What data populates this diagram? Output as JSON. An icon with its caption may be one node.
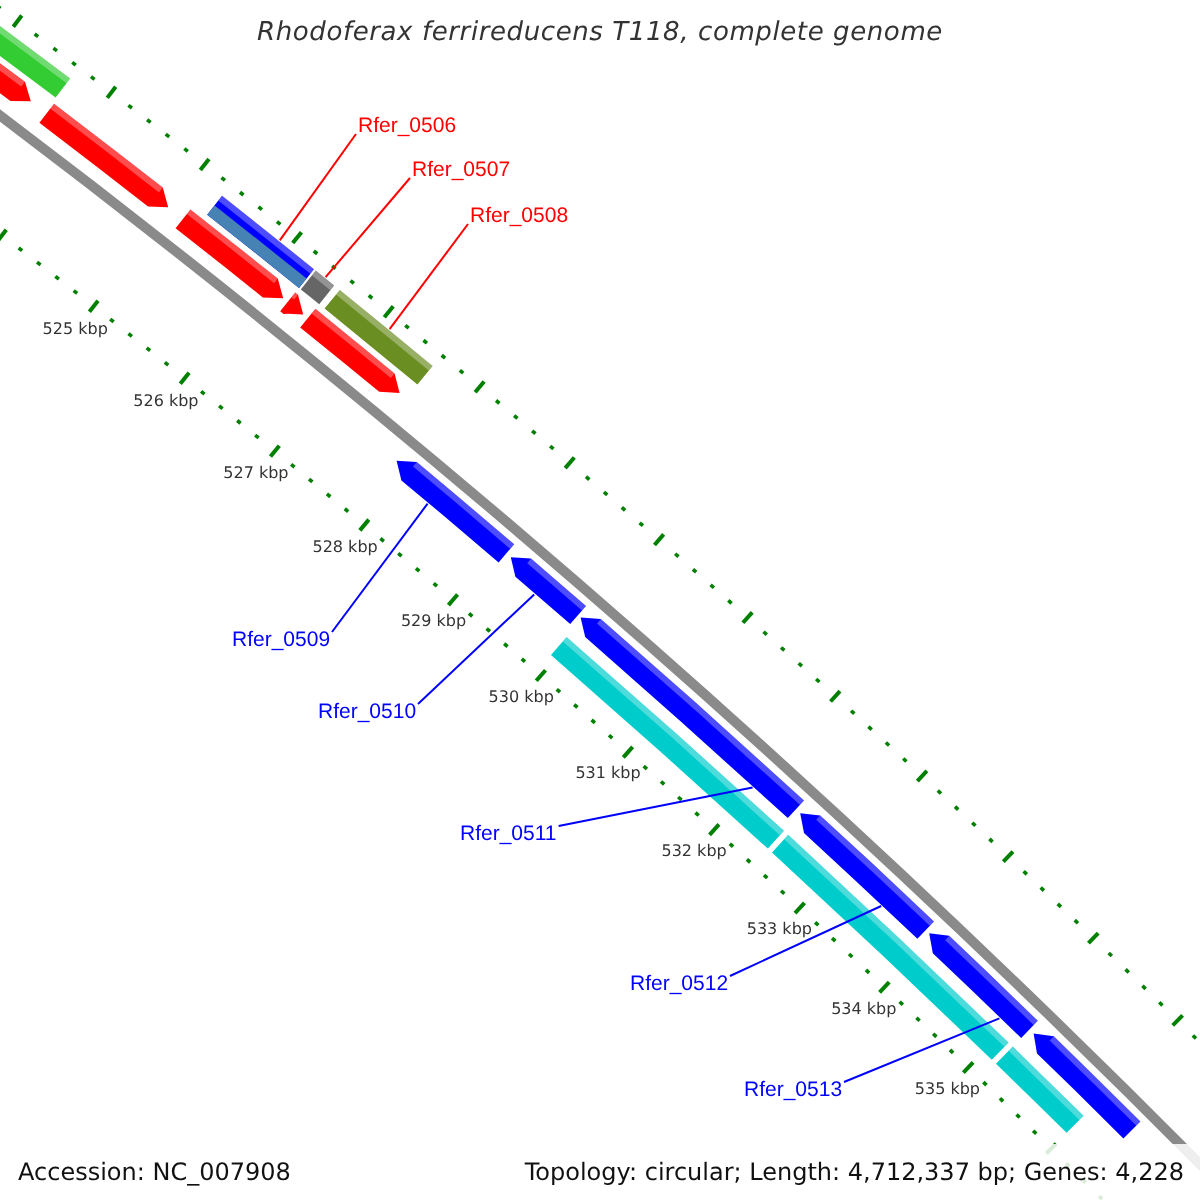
{
  "diagram": {
    "title": "Rhodoferax ferrireducens T118, complete genome",
    "nodes": [
      {
        "text": [
          "Rfer_0506"
        ]
      },
      {
        "text": [],
        "shape": "bar"
      },
      {
        "text": [
          "Rfer_0507"
        ]
      },
      {
        "text": [],
        "shape": "bar"
      },
      {
        "text": [
          "Rfer_0508"
        ]
      },
      {
        "text": [],
        "shape": "bar"
      },
      {
        "text": [
          "Rfer_0509"
        ]
      },
      {
        "text": [],
        "shape": "bar"
      },
      {
        "text": [
          "Rfer_0510"
        ]
      },
      {
        "text": [],
        "shape": "bar"
      },
      {
        "text": [
          "Rfer_0511"
        ]
      },
      {
        "text": [],
        "shape": "bar"
      },
      {
        "text": [
          "Rfer_0512"
        ]
      },
      {
        "text": [],
        "shape": "bar"
      },
      {
        "text": [
          "Rfer_0513"
        ]
      },
      {
        "text": [],
        "shape": "bar"
      },
      {
        "text": [],
        "shape": "bar"
      },
      {
        "text": [],
        "shape": "bar"
      },
      {
        "text": [],
        "shape": "bar"
      },
      {
        "text": [],
        "shape": "bar"
      },
      {
        "text": [],
        "shape": "bar"
      },
      {
        "text": [],
        "shape": "bar"
      },
      {
        "text": [],
        "shape": "bar"
      },
      {
        "text": [],
        "shape": "bar"
      },
      {
        "text": [],
        "shape": "bar"
      },
      {
        "text": [],
        "shape": "bar"
      }
    ],
    "edges": [
      {
        "from": 0,
        "to": 1,
        "arrow": "none",
        "color": "#ff0000"
      },
      {
        "from": 2,
        "to": 3,
        "arrow": "none",
        "color": "#ff0000"
      },
      {
        "from": 4,
        "to": 5,
        "arrow": "none",
        "color": "#ff0000"
      },
      {
        "from": 6,
        "to": 7,
        "arrow": "none"
      },
      {
        "from": 8,
        "to": 9,
        "arrow": "none"
      },
      {
        "from": 10,
        "to": 11,
        "arrow": "none"
      },
      {
        "from": 12,
        "to": 13,
        "arrow": "none"
      },
      {
        "from": 14,
        "to": 15,
        "arrow": "none"
      }
    ],
    "labels": [
      "525 kbp",
      "526 kbp",
      "527 kbp",
      "528 kbp",
      "529 kbp",
      "530 kbp",
      "531 kbp",
      "532 kbp",
      "533 kbp",
      "534 kbp",
      "535 kbp",
      "Accession: NC_007908",
      "Topology: circular; Length: 4,712,337 bp; Genes: 4,228"
    ]
  }
}
